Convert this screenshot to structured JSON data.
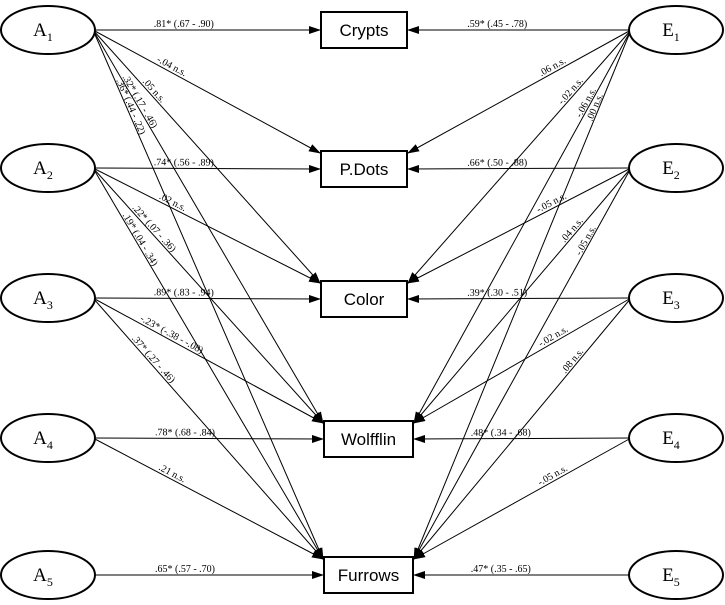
{
  "nodes": {
    "A1": {
      "letter": "A",
      "sub": "1"
    },
    "A2": {
      "letter": "A",
      "sub": "2"
    },
    "A3": {
      "letter": "A",
      "sub": "3"
    },
    "A4": {
      "letter": "A",
      "sub": "4"
    },
    "A5": {
      "letter": "A",
      "sub": "5"
    },
    "E1": {
      "letter": "E",
      "sub": "1"
    },
    "E2": {
      "letter": "E",
      "sub": "2"
    },
    "E3": {
      "letter": "E",
      "sub": "3"
    },
    "E4": {
      "letter": "E",
      "sub": "4"
    },
    "E5": {
      "letter": "E",
      "sub": "5"
    },
    "crypts": {
      "label": "Crypts"
    },
    "pdots": {
      "label": "P.Dots"
    },
    "color": {
      "label": "Color"
    },
    "wolfflin": {
      "label": "Wolfflin"
    },
    "furrows": {
      "label": "Furrows"
    }
  },
  "edges": [
    {
      "from": "A1",
      "to": "crypts",
      "label": ".81* (.67 - .90)"
    },
    {
      "from": "A1",
      "to": "pdots",
      "label": "-.04 n.s."
    },
    {
      "from": "A1",
      "to": "color",
      "label": ".05 n.s."
    },
    {
      "from": "A1",
      "to": "wolfflin",
      "label": ".32* (.17 - .46)"
    },
    {
      "from": "A1",
      "to": "furrows",
      "label": ".36* (.44 - .22)"
    },
    {
      "from": "A2",
      "to": "pdots",
      "label": ".74* (.56 - .89)"
    },
    {
      "from": "A2",
      "to": "color",
      "label": ".02 n.s."
    },
    {
      "from": "A2",
      "to": "wolfflin",
      "label": ".22* (.07 - .36)"
    },
    {
      "from": "A2",
      "to": "furrows",
      "label": ".19* (.04 - .34)"
    },
    {
      "from": "A3",
      "to": "color",
      "label": ".89* (.83 - .94)"
    },
    {
      "from": "A3",
      "to": "wolfflin",
      "label": "-.23* (-.38 - -.08)"
    },
    {
      "from": "A3",
      "to": "furrows",
      "label": ".37* (.27 - .46)"
    },
    {
      "from": "A4",
      "to": "wolfflin",
      "label": ".78* (.68 - .84)"
    },
    {
      "from": "A4",
      "to": "furrows",
      "label": ".21 n.s."
    },
    {
      "from": "A5",
      "to": "furrows",
      "label": ".65* (.57 - .70)"
    },
    {
      "from": "E1",
      "to": "crypts",
      "label": ".59* (.45 - .78)"
    },
    {
      "from": "E1",
      "to": "pdots",
      "label": ".06 n.s."
    },
    {
      "from": "E1",
      "to": "color",
      "label": "-.02 n.s."
    },
    {
      "from": "E1",
      "to": "wolfflin",
      "label": "-.06 n.s."
    },
    {
      "from": "E1",
      "to": "furrows",
      "label": ".00 n.s."
    },
    {
      "from": "E2",
      "to": "pdots",
      "label": ".66* (.50 - .88)"
    },
    {
      "from": "E2",
      "to": "color",
      "label": "-.05 n.s."
    },
    {
      "from": "E2",
      "to": "wolfflin",
      "label": ".04 n.s."
    },
    {
      "from": "E2",
      "to": "furrows",
      "label": "-.05 n.s."
    },
    {
      "from": "E3",
      "to": "color",
      "label": ".39* (.30 - .51)"
    },
    {
      "from": "E3",
      "to": "wolfflin",
      "label": "-.02 n.s."
    },
    {
      "from": "E3",
      "to": "furrows",
      "label": ".08 n.s."
    },
    {
      "from": "E4",
      "to": "wolfflin",
      "label": ".48* (.34 - .68)"
    },
    {
      "from": "E4",
      "to": "furrows",
      "label": "-.05 n.s."
    },
    {
      "from": "E5",
      "to": "furrows",
      "label": ".47* (.35 - .65)"
    }
  ]
}
